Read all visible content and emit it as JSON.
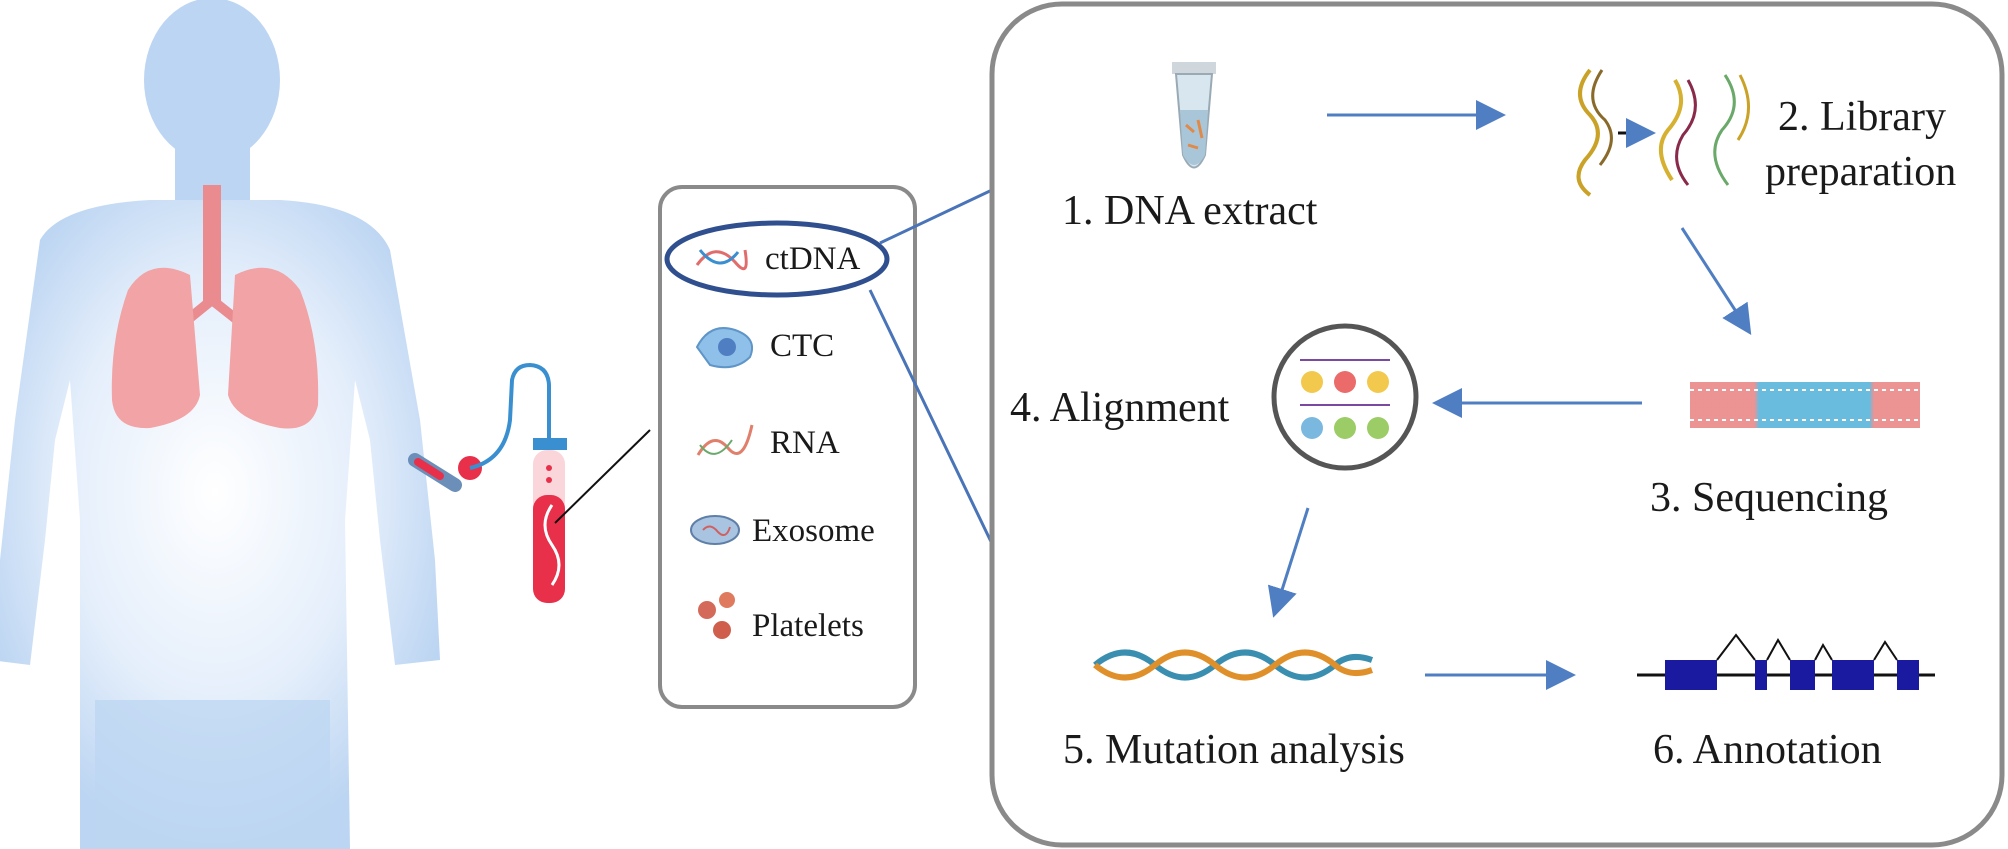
{
  "sources": {
    "ctdna": "ctDNA",
    "ctc": "CTC",
    "rna": "RNA",
    "exosome": "Exosome",
    "platelets": "Platelets"
  },
  "workflow": {
    "step1": "1. DNA extract",
    "step2_line1": "2. Library",
    "step2_line2": "preparation",
    "step3": "3. Sequencing",
    "step4": "4. Alignment",
    "step5": "5. Mutation analysis",
    "step6": "6. Annotation"
  },
  "colors": {
    "body": "#bcd5f2",
    "lung": "#f1a3a5",
    "blood": "#e8304a",
    "arrow": "#4f7fc2",
    "connector": "#4a74b8",
    "ctdna_highlight": "#2f4f8f",
    "panel_border": "#8a8a8a"
  }
}
